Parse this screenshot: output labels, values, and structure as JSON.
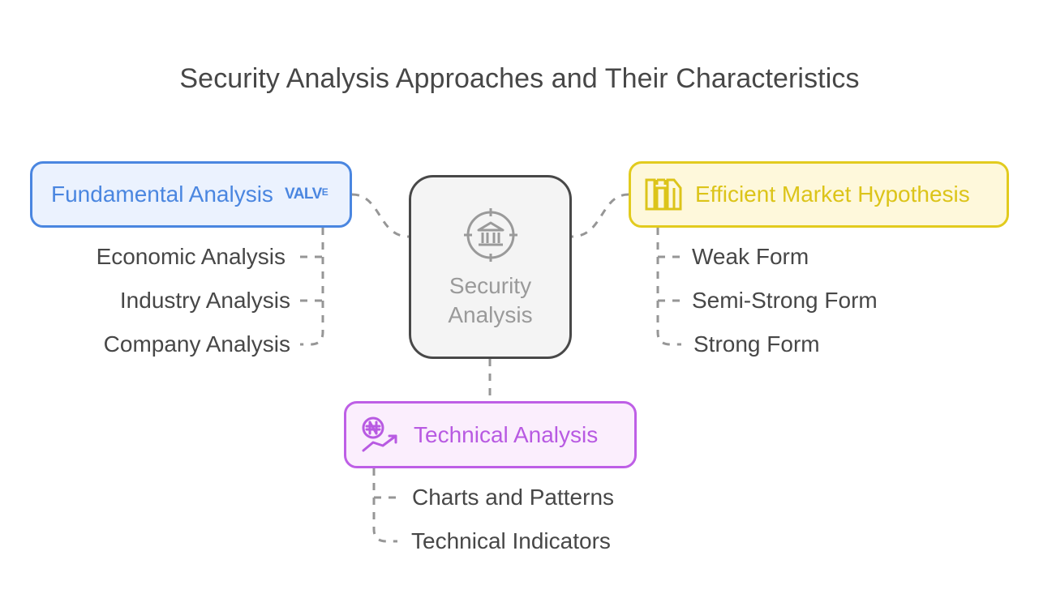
{
  "title": "Security Analysis Approaches and Their Characteristics",
  "center": {
    "label": "Security Analysis",
    "icon": "bank-target-icon",
    "color": "#9a9a9a"
  },
  "branches": [
    {
      "id": "fundamental",
      "label": "Fundamental Analysis",
      "icon": "value-icon",
      "icon_text": "VALV",
      "icon_text_sup": "E",
      "color": "#4a86e0",
      "items": [
        "Economic Analysis",
        "Industry Analysis",
        "Company Analysis"
      ]
    },
    {
      "id": "efficient",
      "label": "Efficient Market Hypothesis",
      "icon": "columns-document-icon",
      "color": "#dcc419",
      "items": [
        "Weak Form",
        "Semi-Strong Form",
        "Strong Form"
      ]
    },
    {
      "id": "technical",
      "label": "Technical Analysis",
      "icon": "naira-trend-icon",
      "color": "#b85ae2",
      "items": [
        "Charts and Patterns",
        "Technical Indicators"
      ]
    }
  ]
}
